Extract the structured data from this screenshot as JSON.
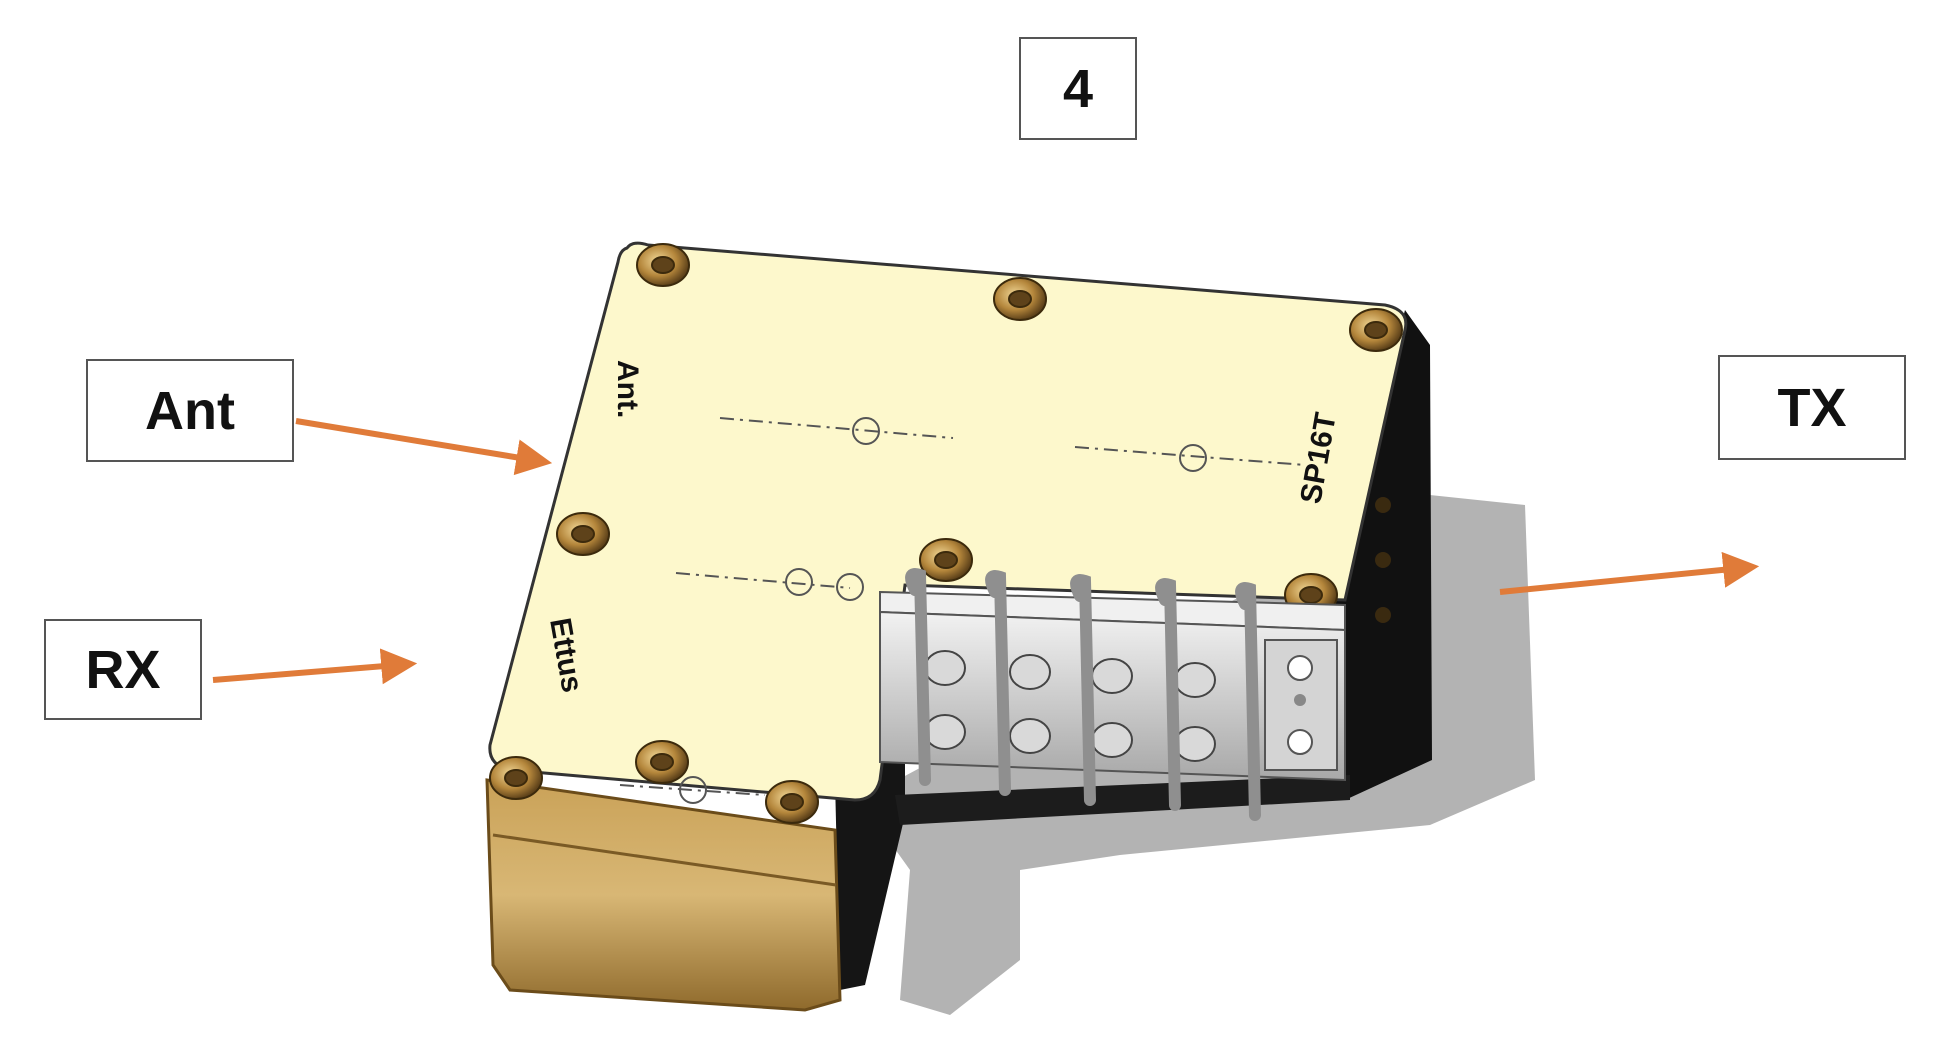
{
  "labels": {
    "figure_number": "4",
    "ant": "Ant",
    "rx": "RX",
    "tx": "TX"
  },
  "device": {
    "engraving_ant": "Ant.",
    "engraving_brand": "Ettus",
    "engraving_model": "SP16T"
  },
  "colors": {
    "arrow": "#e07b39",
    "top_face": "#fdf8cc",
    "brass": "#b38a3e",
    "shadow": "#9a9a9a"
  }
}
